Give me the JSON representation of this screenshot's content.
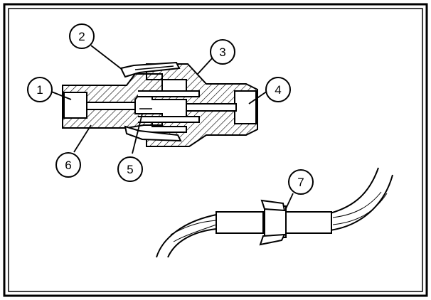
{
  "callouts": [
    {
      "label": "1"
    },
    {
      "label": "2"
    },
    {
      "label": "3"
    },
    {
      "label": "4"
    },
    {
      "label": "5"
    },
    {
      "label": "6"
    },
    {
      "label": "7"
    }
  ],
  "colors": {
    "ink": "#000000",
    "paper": "#ffffff"
  }
}
